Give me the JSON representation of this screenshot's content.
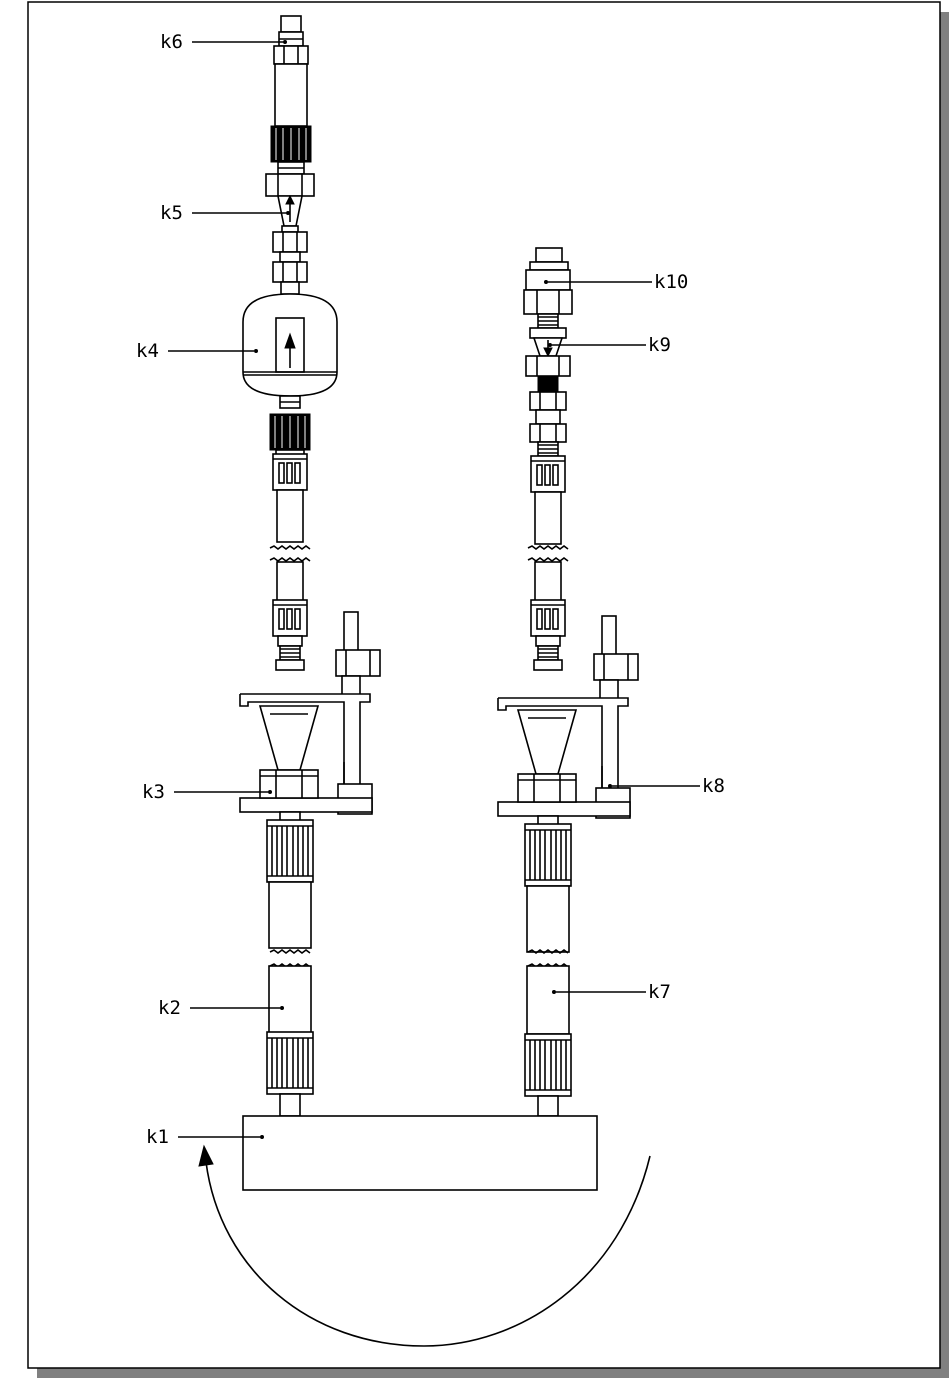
{
  "diagram": {
    "labels": {
      "k1": "k1",
      "k2": "k2",
      "k3": "k3",
      "k4": "k4",
      "k5": "k5",
      "k6": "k6",
      "k7": "k7",
      "k8": "k8",
      "k9": "k9",
      "k10": "k10"
    }
  },
  "colors": {
    "line": "#000000",
    "frame_shadow": "#808080",
    "background": "#ffffff"
  }
}
